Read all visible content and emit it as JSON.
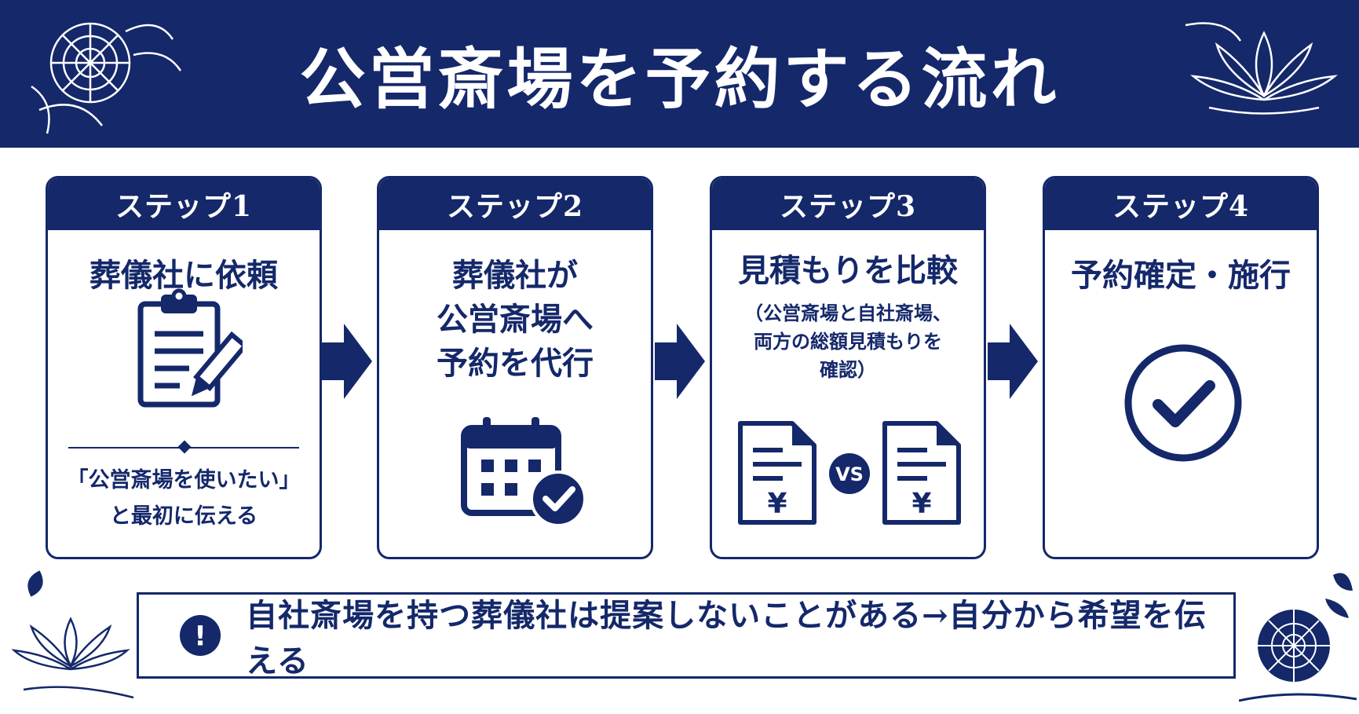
{
  "header": {
    "title": "公営斎場を予約する流れ"
  },
  "steps": [
    {
      "label": "ステップ1",
      "title": "葬儀社に依頼",
      "note": "「公営斎場を使いたい」\nと最初に伝える"
    },
    {
      "label": "ステップ2",
      "title": "葬儀社が\n公営斎場へ\n予約を代行"
    },
    {
      "label": "ステップ3",
      "title": "見積もりを比較",
      "sub": "（公営斎場と自社斎場、\n両方の総額見積もりを\n確認）",
      "vs_label": "VS",
      "currency_symbol": "¥"
    },
    {
      "label": "ステップ4",
      "title": "予約確定・施行"
    }
  ],
  "notice": {
    "text": "自社斎場を持つ葬儀社は提案しないことがある→自分から希望を伝える",
    "mark": "!"
  },
  "icons": {
    "step1": "clipboard-pencil-icon",
    "step2": "calendar-check-icon",
    "step3": "quote-documents-icon",
    "step4": "check-circle-icon",
    "notice": "exclamation-icon"
  },
  "colors": {
    "navy": "#14286a",
    "white": "#ffffff"
  }
}
